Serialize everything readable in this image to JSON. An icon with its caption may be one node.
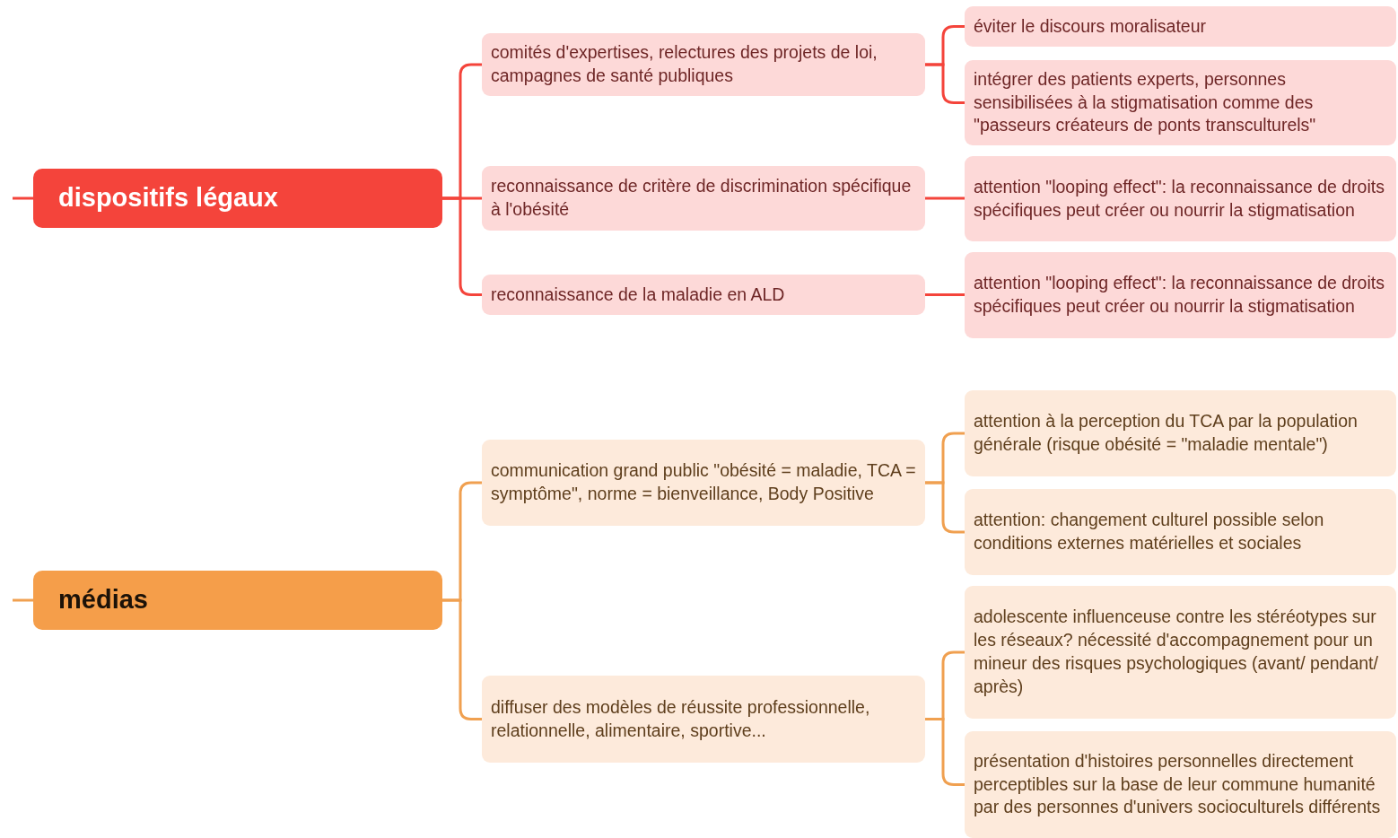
{
  "diagram": {
    "nodes": [
      {
        "text": [
          "dispositifs légaux"
        ]
      },
      {
        "text": [
          "comités d'expertises,  relectures des projets de loi, campagnes de santé publiques"
        ]
      },
      {
        "text": [
          "éviter le discours moralisateur"
        ]
      },
      {
        "text": [
          "intégrer des patients experts, personnes sensibilisées à la stigmatisation comme des \"passeurs créateurs de ponts transculturels\""
        ]
      },
      {
        "text": [
          "reconnaissance de critère de discrimination spécifique à l'obésité"
        ]
      },
      {
        "text": [
          "attention \"looping effect\": la reconnaissance de droits spécifiques peut créer ou nourrir la stigmatisation"
        ]
      },
      {
        "text": [
          "reconnaissance de la maladie en ALD"
        ]
      },
      {
        "text": [
          "attention \"looping effect\": la reconnaissance de droits spécifiques peut créer ou nourrir la stigmatisation"
        ]
      },
      {
        "text": [
          "médias"
        ]
      },
      {
        "text": [
          "communication grand public \"obésité = maladie, TCA = symptôme\", norme = bienveillance, Body Positive"
        ]
      },
      {
        "text": [
          "attention à la perception du TCA par la population générale (risque obésité = \"maladie mentale\")"
        ]
      },
      {
        "text": [
          "attention: changement culturel possible selon conditions externes matérielles et sociales"
        ]
      },
      {
        "text": [
          "diffuser des modèles de réussite professionnelle, relationnelle, alimentaire, sportive..."
        ]
      },
      {
        "text": [
          "adolescente influenceuse contre les stéréotypes sur les réseaux? nécessité d'accompagnement pour un mineur des risques psychologiques (avant/ pendant/ après)"
        ]
      },
      {
        "text": [
          "présentation d'histoires personnelles directement perceptibles sur la base de leur commune humanité par des personnes d'univers socioculturels différents"
        ]
      }
    ],
    "edges": [
      {
        "from": null,
        "to": 0,
        "arrow": "none",
        "color": "#f4443b"
      },
      {
        "from": 0,
        "to": 1,
        "arrow": "none",
        "color": "#f4443b"
      },
      {
        "from": 0,
        "to": 4,
        "arrow": "none",
        "color": "#f4443b"
      },
      {
        "from": 0,
        "to": 6,
        "arrow": "none",
        "color": "#f4443b"
      },
      {
        "from": 1,
        "to": 2,
        "arrow": "none",
        "color": "#f4443b"
      },
      {
        "from": 1,
        "to": 3,
        "arrow": "none",
        "color": "#f4443b"
      },
      {
        "from": 4,
        "to": 5,
        "arrow": "none",
        "color": "#f4443b"
      },
      {
        "from": 6,
        "to": 7,
        "arrow": "none",
        "color": "#f4443b"
      },
      {
        "from": null,
        "to": 8,
        "arrow": "none",
        "color": "#f0a050"
      },
      {
        "from": 8,
        "to": 9,
        "arrow": "none",
        "color": "#f0a050"
      },
      {
        "from": 8,
        "to": 12,
        "arrow": "none",
        "color": "#f0a050"
      },
      {
        "from": 9,
        "to": 10,
        "arrow": "none",
        "color": "#f0a050"
      },
      {
        "from": 9,
        "to": 11,
        "arrow": "none",
        "color": "#f0a050"
      },
      {
        "from": 12,
        "to": 13,
        "arrow": "none",
        "color": "#f0a050"
      },
      {
        "from": 12,
        "to": 14,
        "arrow": "none",
        "color": "#f0a050"
      }
    ]
  }
}
